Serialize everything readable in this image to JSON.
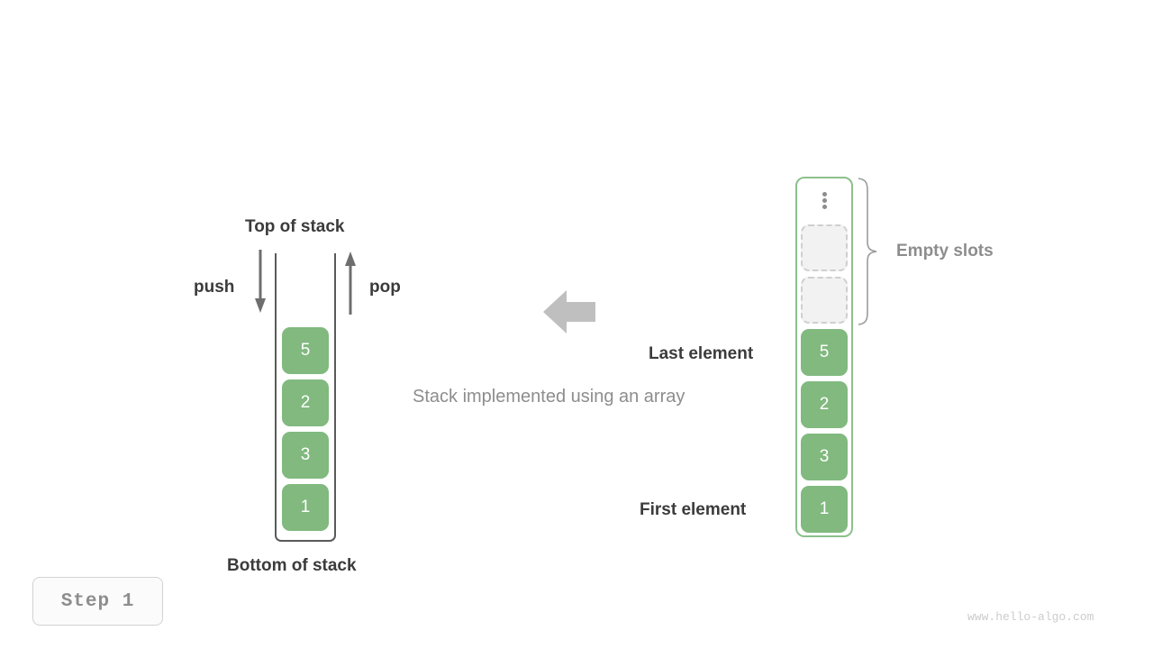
{
  "diagram": {
    "title_caption": "Stack implemented using an array",
    "step_badge": "Step 1",
    "watermark": "www.hello-algo.com",
    "colors": {
      "element_fill": "#81b97f",
      "element_text": "#ffffff",
      "array_border": "#8cc08c",
      "container_border": "#5a5a5a",
      "empty_slot_fill": "#f2f2f2",
      "empty_slot_border": "#cfcfcf",
      "label_dark": "#3b3b3b",
      "label_gray": "#8d8d8d",
      "arrow_gray": "#6e6e6e",
      "big_arrow_gray": "#bfbfbf"
    }
  },
  "stack": {
    "top_label": "Top of stack",
    "bottom_label": "Bottom of stack",
    "push_label": "push",
    "pop_label": "pop",
    "push_icon": "arrow-down-icon",
    "pop_icon": "arrow-up-icon",
    "elements": [
      {
        "value": "5"
      },
      {
        "value": "2"
      },
      {
        "value": "3"
      },
      {
        "value": "1"
      }
    ]
  },
  "array": {
    "ellipsis_icon": "vertical-ellipsis-icon",
    "empty_slots_label": "Empty slots",
    "brace_icon": "curly-brace-icon",
    "last_element_label": "Last element",
    "first_element_label": "First element",
    "empty_slot_count": 2,
    "elements": [
      {
        "value": "5"
      },
      {
        "value": "2"
      },
      {
        "value": "3"
      },
      {
        "value": "1"
      }
    ]
  },
  "transform": {
    "arrow_icon": "arrow-left-icon"
  }
}
